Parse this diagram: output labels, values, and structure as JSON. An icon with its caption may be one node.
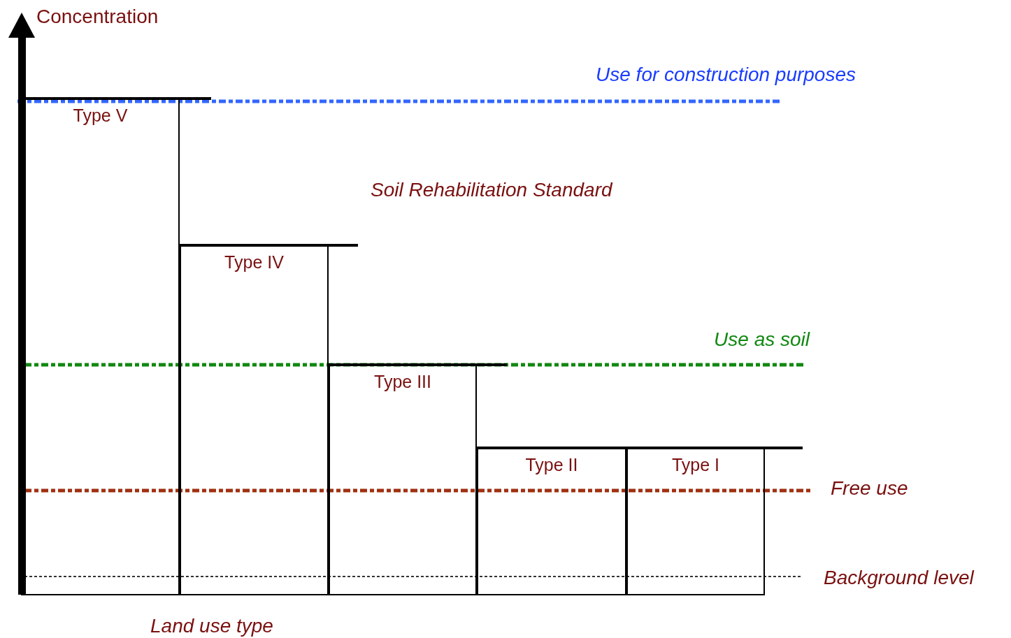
{
  "diagram": {
    "nodes": [
      {
        "text": [
          "Type V"
        ]
      },
      {
        "text": [
          "Type IV"
        ]
      },
      {
        "text": [
          "Type III"
        ]
      },
      {
        "text": [
          "Type II"
        ]
      },
      {
        "text": [
          "Type I"
        ]
      }
    ],
    "edges": [],
    "labels": [
      "Concentration",
      "Use for construction purposes",
      "Soil Rehabilitation Standard",
      "Use as soil",
      "Free use",
      "Background level",
      "Land use type"
    ]
  }
}
